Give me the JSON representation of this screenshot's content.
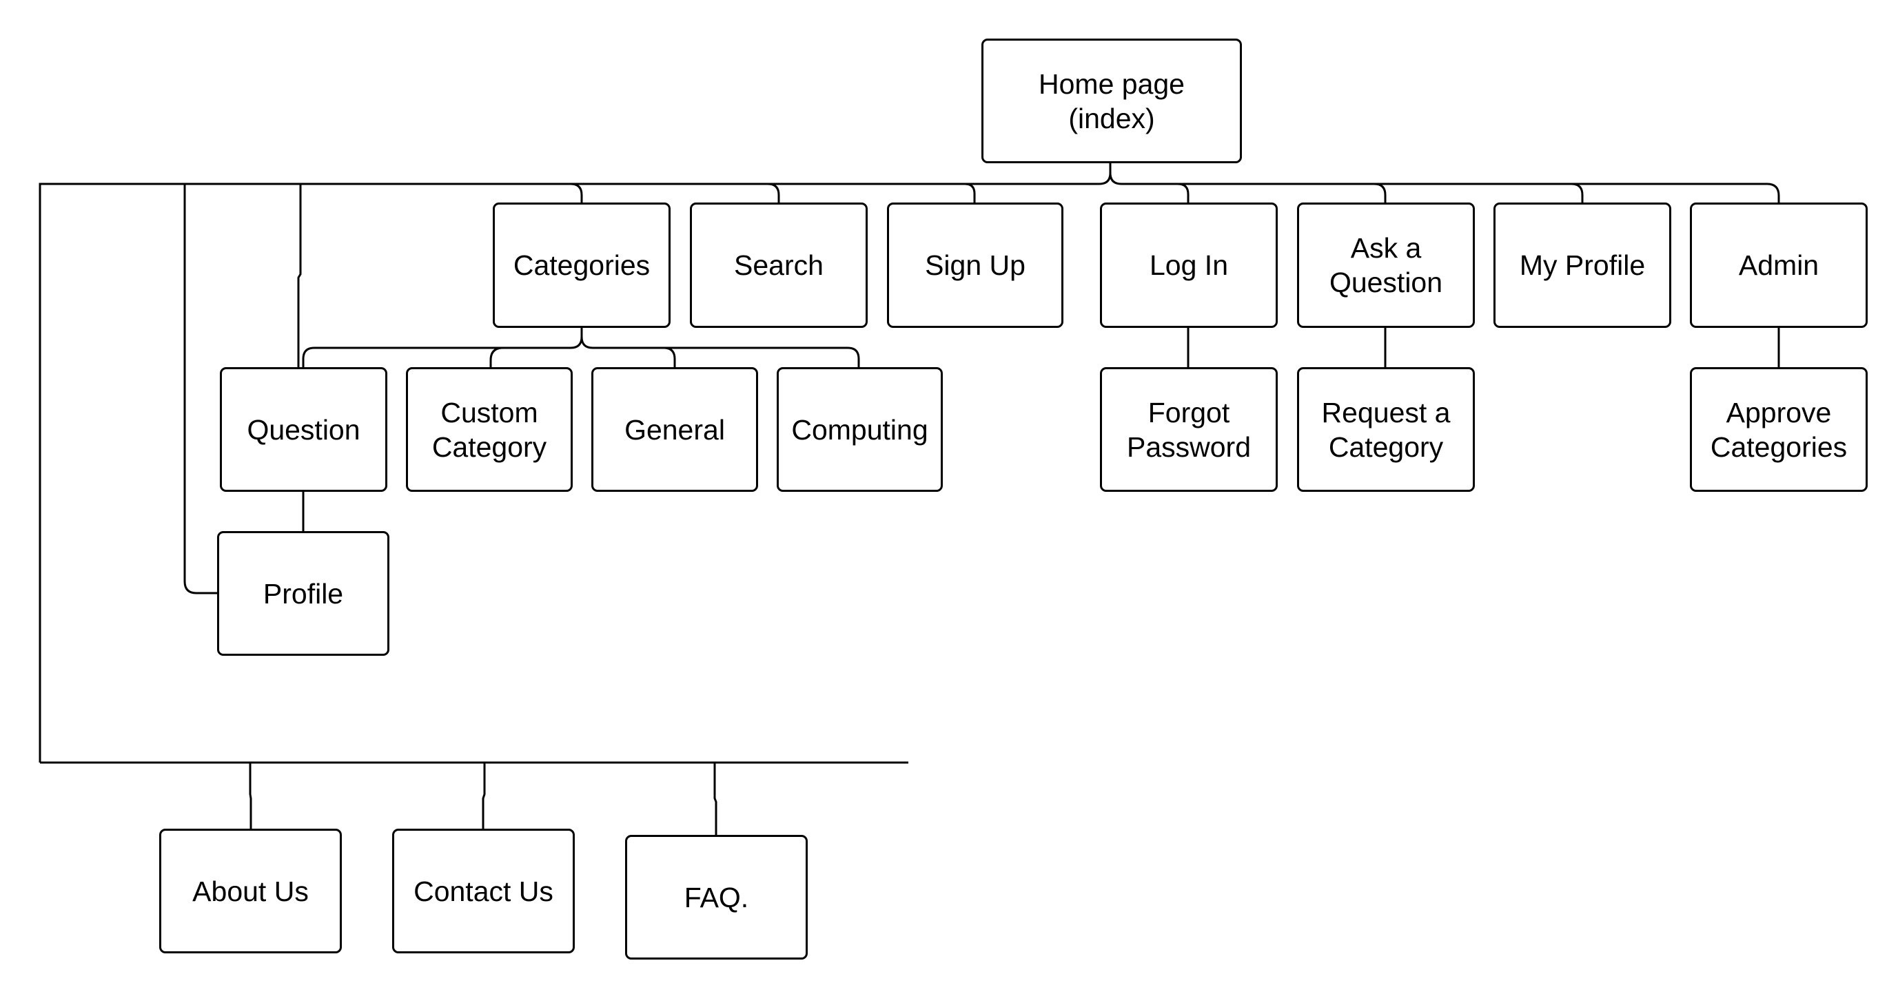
{
  "diagram": {
    "line_color": "#000000",
    "box_border_color": "#000000",
    "background_color": "#ffffff",
    "nodes": {
      "home": "Home page\n(index)",
      "categories": "Categories",
      "search": "Search",
      "signup": "Sign Up",
      "login": "Log In",
      "ask": "Ask a\nQuestion",
      "myprofile": "My Profile",
      "admin": "Admin",
      "question": "Question",
      "custom_category": "Custom\nCategory",
      "general": "General",
      "computing": "Computing",
      "forgot_password": "Forgot\nPassword",
      "request_category": "Request a\nCategory",
      "approve_categories": "Approve\nCategories",
      "profile": "Profile",
      "about": "About Us",
      "contact": "Contact Us",
      "faq": "FAQ."
    }
  }
}
